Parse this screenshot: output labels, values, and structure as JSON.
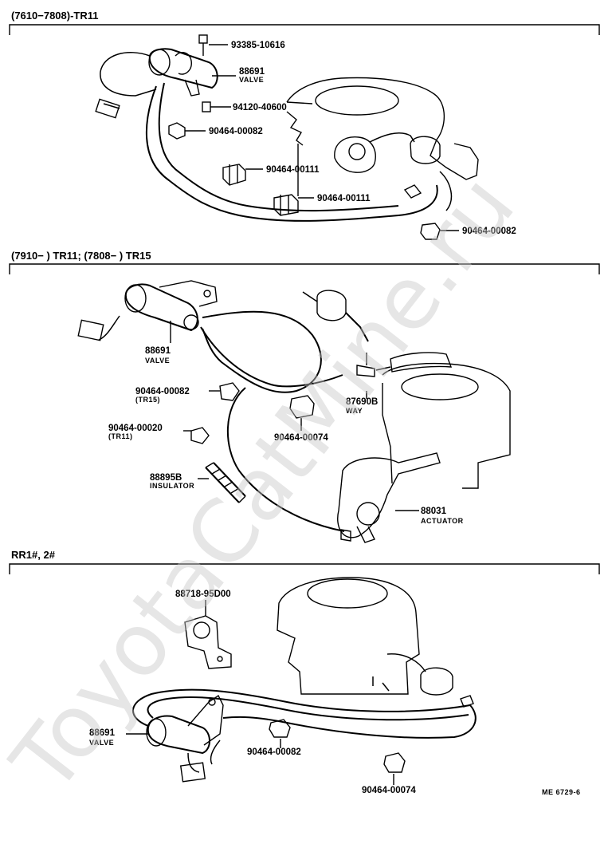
{
  "sections": [
    {
      "header": "(7610−7808)-TR11",
      "labels": {
        "p1": "93385-10616",
        "p2": "88691",
        "p2_sub": "VALVE",
        "p3": "94120-40600",
        "p4": "90464-00082",
        "p5": "90464-00111",
        "p6": "90464-00111",
        "p7": "90464-00082"
      }
    },
    {
      "header": "(7910−        ) TR11; (7808−        ) TR15",
      "labels": {
        "p1": "88691",
        "p1_sub": "VALVE",
        "p2": "90464-00082",
        "p2_sub": "(TR15)",
        "p3": "90464-00020",
        "p3_sub": "(TR11)",
        "p4": "88895B",
        "p4_sub": "INSULATOR",
        "p5": "87690B",
        "p5_sub": "WAY",
        "p6": "90464-00074",
        "p7": "88031",
        "p7_sub": "ACTUATOR"
      }
    },
    {
      "header": "RR1#, 2#",
      "labels": {
        "p1": "88718-95D00",
        "p2": "88691",
        "p2_sub": "VALVE",
        "p3": "90464-00082",
        "p4": "90464-00074"
      }
    }
  ],
  "figure_code": "ME 6729-6",
  "watermark": "ToyotaCatMine.ru"
}
